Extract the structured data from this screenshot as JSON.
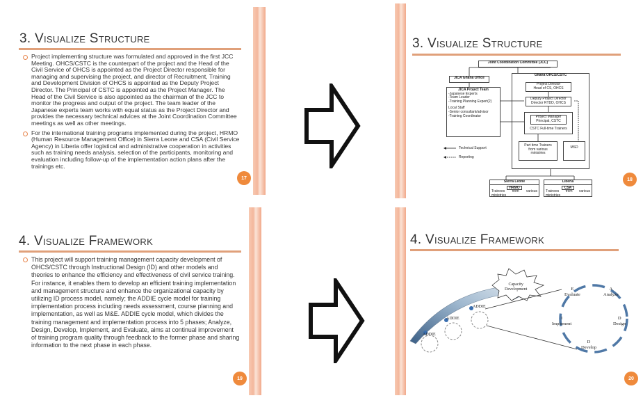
{
  "slides": [
    {
      "title": "3. Visualize Structure",
      "bullets": [
        "Project implementing structure was formulated and approved in the first JCC Meeting. OHCS/CSTC is the counterpart of the project and the Head of the Civil Service of OHCS is appointed as the Project Director responsible for managing and supervising the project, and director of Recruitment, Training and Development Division of OHCS is appointed as the Deputy Project Director. The Principal of CSTC is appointed as the Project Manager. The Head of the Civil Service is also appointed as the chairman of the JCC to monitor the progress and output of the project. The team leader of the Japanese experts team works with equal status as the Project Director and provides the necessary technical advices at the Joint Coordination Committee meetings as well as other meetings.",
        "For the international training programs implemented during the project, HRMO (Human Resource Management Office) in Sierra Leone and CSA (Civil Service Agency) in Liberia offer logistical and administrative cooperation in activities such as training needs analysis, selection of the participants, monitoring and evaluation including follow-up of the implementation action plans after the trainings etc."
      ],
      "number": "17"
    },
    {
      "title": "3. Visualize Structure",
      "number": "18",
      "org": {
        "jcc": "Joint Coordination Committee (JCC)",
        "jica_office": "JICA Ghana Office",
        "ghana": "Ghana OHCS/CSTC",
        "jica_team": "JICA Project Team",
        "jica_team_items": [
          "-Japanese Experts",
          "-Team Leader",
          "-Training Planning Expert(2)"
        ],
        "local_staff": "Local Staff",
        "local_staff_items": [
          "-Senior consultant/advisor",
          "-Training Coordinator"
        ],
        "project_director": [
          "Project Director",
          "Head of CS, OHCS"
        ],
        "deputy_director": [
          "Deputy Project Director",
          "Director RTDD, OHCS"
        ],
        "project_manager": [
          "Project Manager",
          "Principal, CSTC"
        ],
        "fulltime": "CSTC Full-time Trainers",
        "parttime": [
          "Part time Trainers",
          "from various",
          "ministries"
        ],
        "msd": "MSD",
        "legend_support": "Technical Support",
        "legend_reporting": "Reporting",
        "sierra": "Sierra Leone",
        "hrmo": "HRMO",
        "liberia": "Liberia",
        "csa": "CSA",
        "trainees": [
          "Trainees",
          "from",
          "various",
          "ministries"
        ]
      }
    },
    {
      "title": "4. Visualize Framework",
      "bullets": [
        "This project will support training management capacity development of OHCS/CSTC through Instructional Design (ID) and other models and theories to enhance the efficiency and effectiveness of civil service training. For instance, it enables them to develop an efficient training implementation and management structure and enhance the organizational capacity by utilizing ID process model, namely; the ADDIE cycle model for training implementation process including needs assessment, course planning and implementation, as well as M&E. ADDIE cycle model, which divides the training management and implementation process into 5 phases; Analyze, Design, Develop, Implement, and Evaluate, aims at continual improvement of training program quality through feedback to the former phase and sharing information to the next phase in each phase."
      ],
      "number": "19"
    },
    {
      "title": "4. Visualize Framework",
      "number": "20",
      "framework": {
        "capacity": [
          "Capacity",
          "Development"
        ],
        "addie": "ADDIE",
        "e_letter": "E",
        "e_label": "Evaluate",
        "a_letter": "A",
        "a_label": "Analyze",
        "i_letter": "I",
        "i_label": "Implement",
        "d1_letter": "D",
        "d1_label": "Design",
        "d2_letter": "D",
        "d2_label": "Develop"
      }
    }
  ],
  "colors": {
    "accent": "#e8874f",
    "number_badge": "#ef8a3c",
    "stripe": "#f4b79c",
    "cycle": "#4f78a6"
  }
}
